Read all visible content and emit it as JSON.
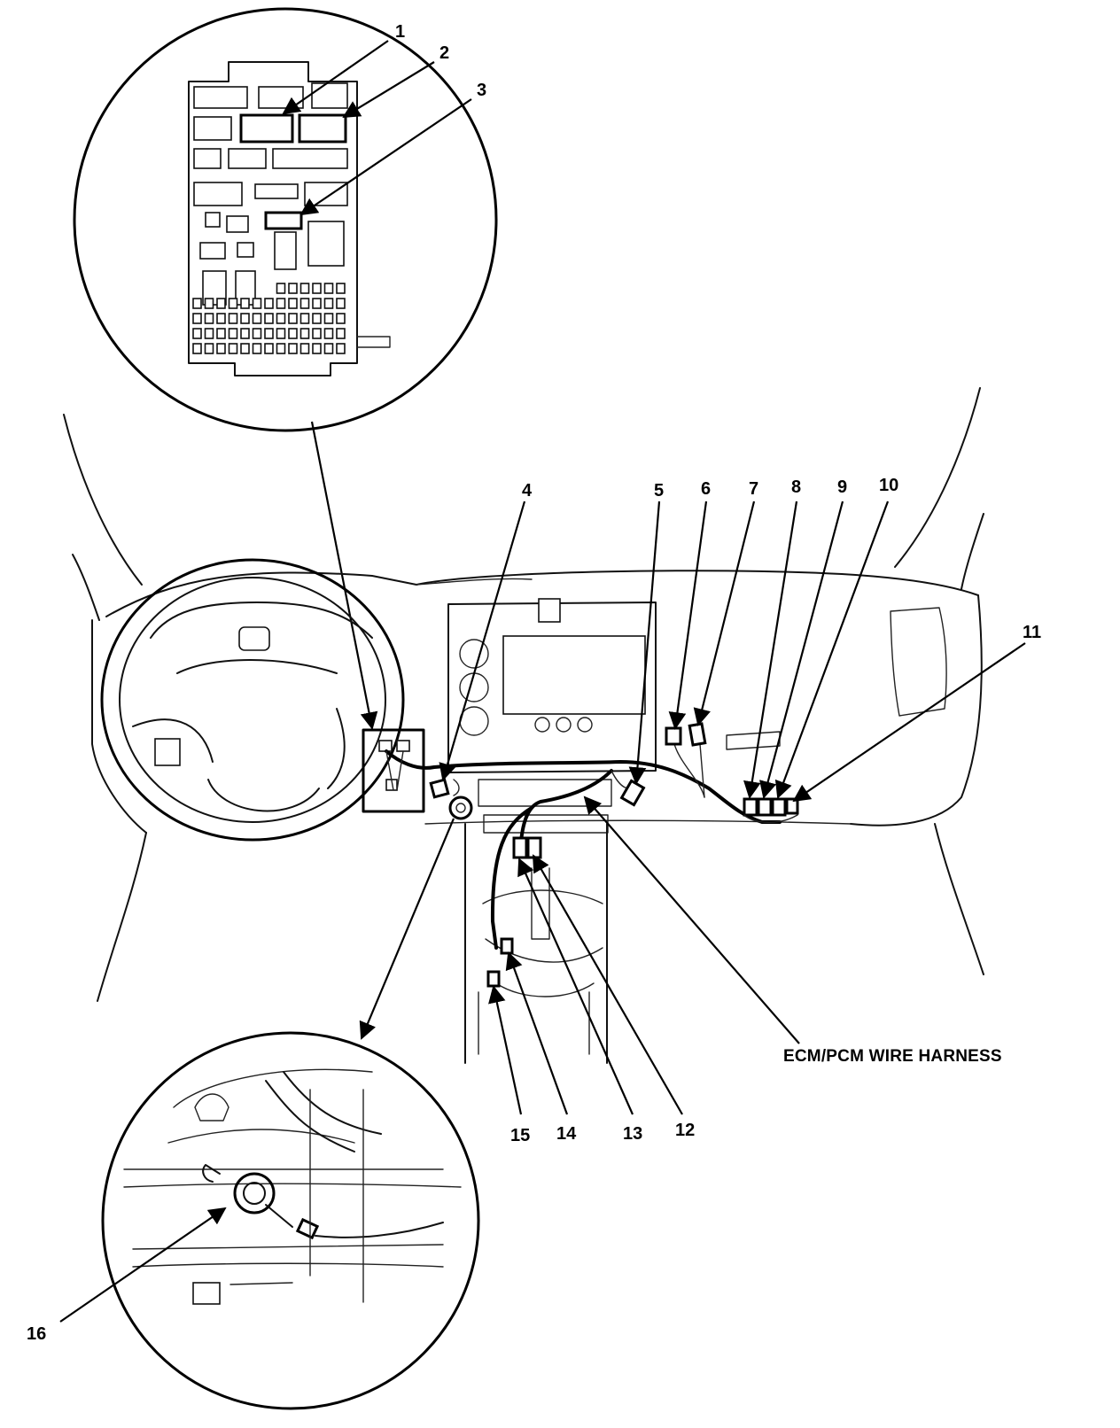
{
  "callouts": {
    "c1": "1",
    "c2": "2",
    "c3": "3",
    "c4": "4",
    "c5": "5",
    "c6": "6",
    "c7": "7",
    "c8": "8",
    "c9": "9",
    "c10": "10",
    "c11": "11",
    "c12": "12",
    "c13": "13",
    "c14": "14",
    "c15": "15",
    "c16": "16"
  },
  "labels": {
    "harness": "ECM/PCM WIRE HARNESS"
  },
  "colors": {
    "ink": "#000000",
    "paper": "#ffffff"
  }
}
